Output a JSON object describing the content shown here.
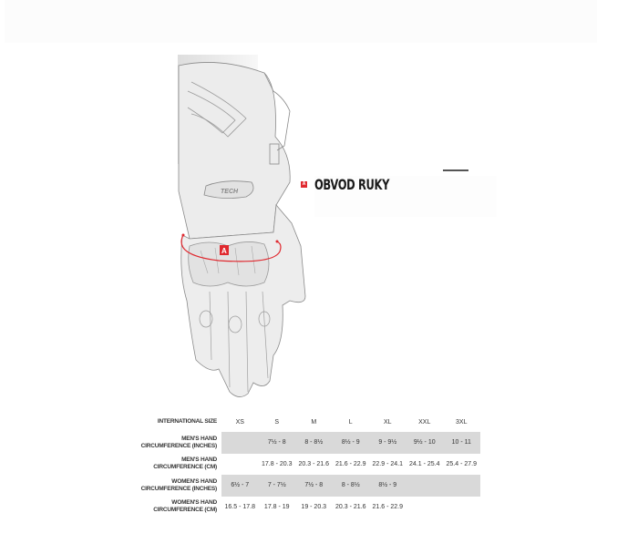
{
  "diagram": {
    "marker": "A",
    "legend_label": "OBVOD RUKY",
    "accent_color": "#e0292f",
    "glove_logo": "TECH"
  },
  "size_table": {
    "headers": {
      "label": "INTERNATIONAL SIZE",
      "sizes": [
        "XS",
        "S",
        "M",
        "L",
        "XL",
        "XXL",
        "3XL"
      ]
    },
    "rows": [
      {
        "label_line1": "MEN'S HAND",
        "label_line2": "CIRCUMFERENCE (INCHES)",
        "values": [
          "",
          "7½ - 8",
          "8 - 8½",
          "8½ - 9",
          "9 - 9½",
          "9½ - 10",
          "10 - 11"
        ],
        "shaded": true
      },
      {
        "label_line1": "MEN'S HAND",
        "label_line2": "CIRCUMFERENCE (CM)",
        "values": [
          "",
          "17.8 - 20.3",
          "20.3 - 21.6",
          "21.6 - 22.9",
          "22.9 - 24.1",
          "24.1 - 25.4",
          "25.4 - 27.9"
        ],
        "shaded": false
      },
      {
        "label_line1": "WOMEN'S HAND",
        "label_line2": "CIRCUMFERENCE (INCHES)",
        "values": [
          "6½ - 7",
          "7 - 7½",
          "7½ - 8",
          "8 - 8½",
          "8½ - 9",
          "",
          ""
        ],
        "shaded": true
      },
      {
        "label_line1": "WOMEN'S HAND",
        "label_line2": "CIRCUMFERENCE (CM)",
        "values": [
          "16.5 - 17.8",
          "17.8 - 19",
          "19 - 20.3",
          "20.3 - 21.6",
          "21.6 - 22.9",
          "",
          ""
        ],
        "shaded": false
      }
    ]
  }
}
